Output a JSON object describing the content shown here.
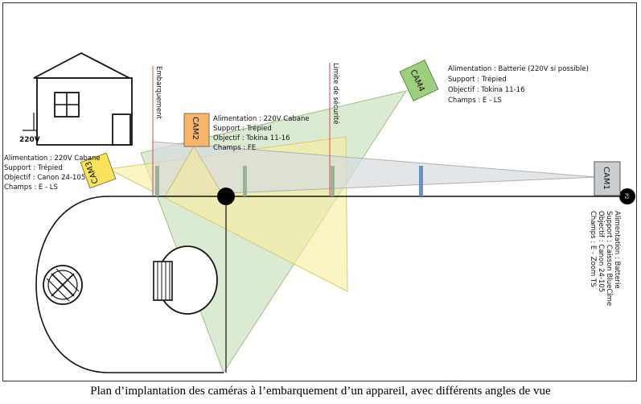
{
  "caption": "Plan d’implantation des caméras à l’embarquement d’un appareil, avec différents angles de vue",
  "house": {
    "voltage": "220V"
  },
  "lines": {
    "embarquement": "Embarquement",
    "safety_limit": "Limite de sécurité"
  },
  "platform": {
    "label": "P2"
  },
  "cameras": {
    "cam1": {
      "name": "CAM1",
      "color": "#c8cdd1",
      "specs": [
        "Alimentation : Batterie",
        "Support : Caisson BlueCime",
        "Objectif : Canon 24-105",
        "Champs : E - Zoom TS"
      ]
    },
    "cam2": {
      "name": "CAM2",
      "color": "#f6b56f",
      "specs": [
        "Alimentation : 220V Cabane",
        "Support : Trépied",
        "Objectif : Tokina 11-16",
        "Champs : FE"
      ]
    },
    "cam3": {
      "name": "CAM3",
      "color": "#f9e25c",
      "specs": [
        "Alimentation : 220V  Cabane",
        "Support : Trépied",
        "Objectif : Canon 24-105",
        "Champs : E - LS"
      ]
    },
    "cam4": {
      "name": "CAM4",
      "color": "#9ecf7e",
      "specs": [
        "Alimentation : Batterie (220V si possible)",
        "Support : Trépied",
        "Objectif : Tokina 11-16",
        "Champs : E - LS"
      ]
    }
  },
  "fields_of_view": {
    "cam1_color": "#d6dbe0",
    "cam2_color": "#f7f0b5",
    "cam3_color": "#f9ee9e",
    "cam4_color": "#cfe4c2"
  }
}
